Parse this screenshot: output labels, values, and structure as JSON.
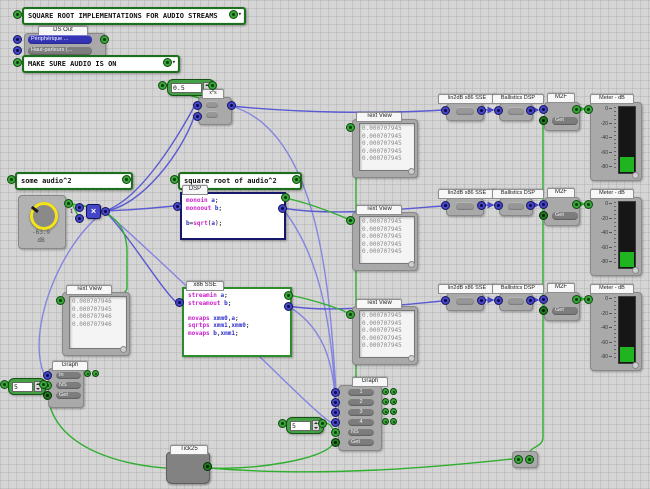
{
  "combo_title": {
    "label": "SQUARE ROOT IMPLEMENTATIONS FOR AUDIO STREAMS",
    "caret": "▾"
  },
  "combo_audio": {
    "label": "MAKE SURE AUDIO IS ON",
    "caret": "▾"
  },
  "ds_out": {
    "title": "DS Out",
    "items": [
      "Périphérique ...",
      "Haut-parleurs (..."
    ]
  },
  "float_node": {
    "value": "0.5"
  },
  "power_node": {
    "label": "x^s"
  },
  "strings": {
    "audio": "some audio^2",
    "sqrt": "square root of audio^2"
  },
  "knob": {
    "value": "-63.9",
    "unit": "dB",
    "port": "1"
  },
  "mult": {
    "symbol": "×"
  },
  "dsp_node": {
    "tab": "DSP",
    "code": [
      [
        {
          "t": "monoin ",
          "c": "kw"
        },
        {
          "t": "a",
          "c": "id"
        },
        {
          "t": ";",
          "c": "pn"
        }
      ],
      [
        {
          "t": "monoout ",
          "c": "kw"
        },
        {
          "t": "b",
          "c": "id"
        },
        {
          "t": ";",
          "c": "pn"
        }
      ],
      [],
      [
        {
          "t": "b",
          "c": "id"
        },
        {
          "t": "=",
          "c": "pn"
        },
        {
          "t": "sqrt",
          "c": "kw"
        },
        {
          "t": "(",
          "c": "pn"
        },
        {
          "t": "a",
          "c": "id"
        },
        {
          "t": ");",
          "c": "pn"
        }
      ]
    ]
  },
  "sse_node": {
    "tab": "x86 SSE",
    "code": [
      [
        {
          "t": "streamin ",
          "c": "kw"
        },
        {
          "t": "a",
          "c": "id"
        },
        {
          "t": ";",
          "c": "pn"
        }
      ],
      [
        {
          "t": "streamout ",
          "c": "kw"
        },
        {
          "t": "b",
          "c": "id"
        },
        {
          "t": ";",
          "c": "pn"
        }
      ],
      [],
      [
        {
          "t": "movaps ",
          "c": "kw"
        },
        {
          "t": "xmm0",
          "c": "id"
        },
        {
          "t": ",",
          "c": "pn"
        },
        {
          "t": "a",
          "c": "id"
        },
        {
          "t": ";",
          "c": "pn"
        }
      ],
      [
        {
          "t": "sqrtps ",
          "c": "kw"
        },
        {
          "t": "xmm1",
          "c": "id"
        },
        {
          "t": ",",
          "c": "pn"
        },
        {
          "t": "xmm0",
          "c": "id"
        },
        {
          "t": ";",
          "c": "pn"
        }
      ],
      [
        {
          "t": "movaps ",
          "c": "kw"
        },
        {
          "t": "b",
          "c": "id"
        },
        {
          "t": ",",
          "c": "pn"
        },
        {
          "t": "xmm1",
          "c": "id"
        },
        {
          "t": ";",
          "c": "pn"
        }
      ]
    ]
  },
  "chain": {
    "lin2db": "lin2dB x86 SSE",
    "ballistics": "Ballistics DSP",
    "m2f": "M2F",
    "get_label": "Get"
  },
  "meter": {
    "title": "Meter - dB",
    "scale": [
      "0",
      "-20",
      "-40",
      "-60",
      "-80"
    ],
    "fill_pct": [
      22,
      22,
      22
    ]
  },
  "text_view": {
    "title": "Text View",
    "right_lines": [
      "0.000707945",
      "0.000707945",
      "0.000707945",
      "0.000707945",
      "0.000707945"
    ],
    "left_lines": [
      "0.000707946",
      "0.000707945",
      "0.000707946",
      "0.000707946"
    ]
  },
  "graph_left": {
    "title": "Graph",
    "pills": [
      "In",
      "NS",
      "Get"
    ]
  },
  "graph_mid": {
    "title": "Graph",
    "pills": [
      "1",
      "2",
      "3",
      "4",
      "NS",
      "Get"
    ]
  },
  "int_left": {
    "value": "5"
  },
  "int_mid": {
    "value": "5"
  },
  "tick": {
    "title": "Tick25"
  }
}
